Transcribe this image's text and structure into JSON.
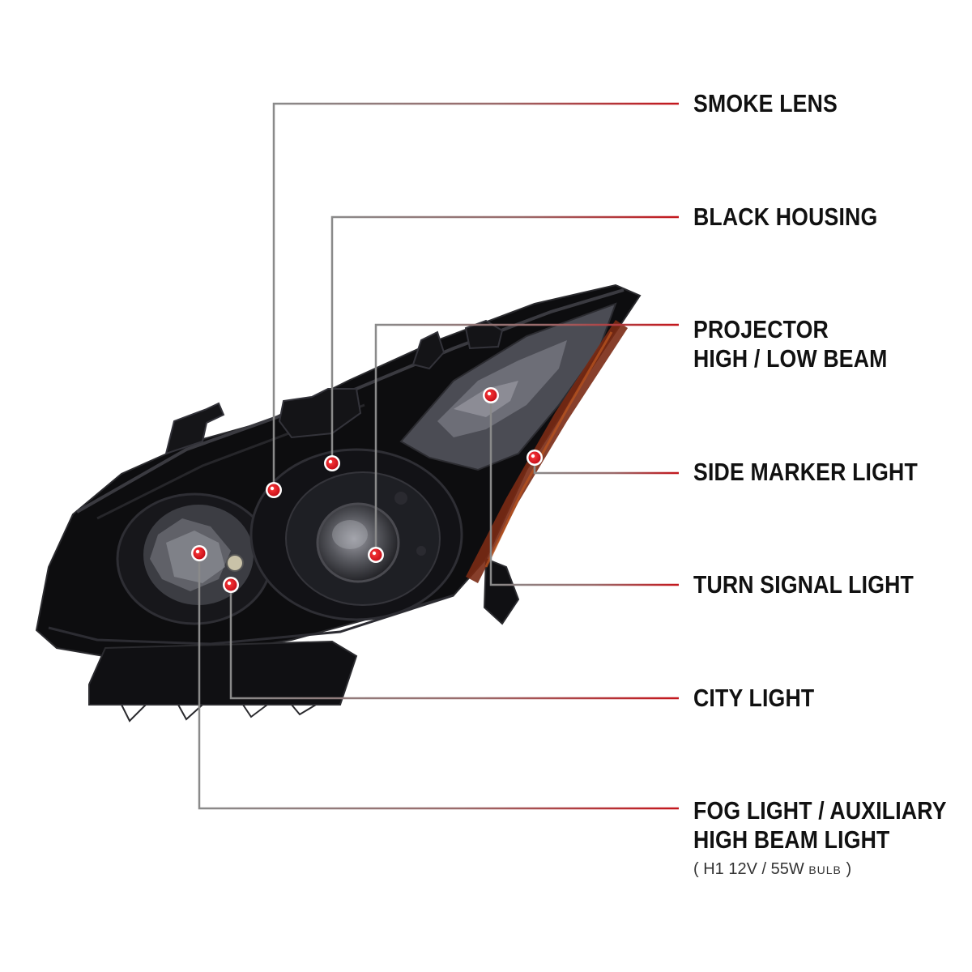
{
  "colors": {
    "accent_red": "#c4161c",
    "line_gray": "#8a8a8a",
    "housing_black": "#0d0d0f",
    "text": "#111111"
  },
  "callouts": [
    {
      "id": "smoke-lens",
      "lines": [
        "SMOKE LENS"
      ]
    },
    {
      "id": "black-housing",
      "lines": [
        "BLACK HOUSING"
      ]
    },
    {
      "id": "projector",
      "lines": [
        "PROJECTOR",
        "HIGH / LOW BEAM"
      ]
    },
    {
      "id": "side-marker",
      "lines": [
        "SIDE MARKER LIGHT"
      ]
    },
    {
      "id": "turn-signal",
      "lines": [
        "TURN SIGNAL LIGHT"
      ]
    },
    {
      "id": "city-light",
      "lines": [
        "CITY LIGHT"
      ]
    },
    {
      "id": "fog-light",
      "lines": [
        "FOG LIGHT / AUXILIARY",
        "HIGH BEAM LIGHT"
      ]
    }
  ],
  "bulb_note": {
    "open": "(",
    "spec": "H1  12V / 55W",
    "word": "BULB",
    "close": ")"
  }
}
